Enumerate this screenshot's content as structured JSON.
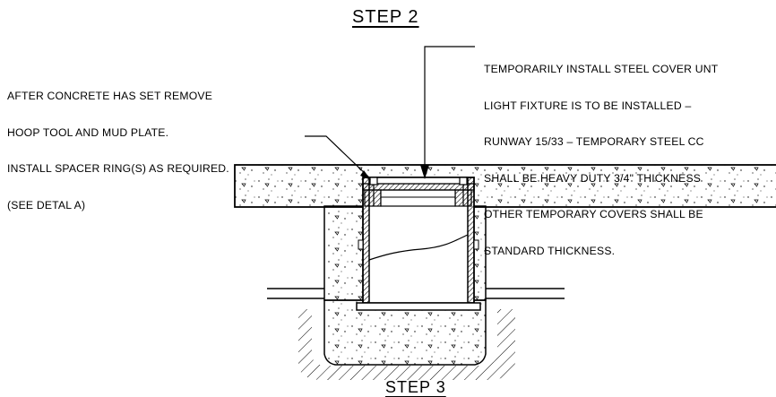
{
  "title": "STEP 2",
  "annotations": {
    "left": [
      "AFTER CONCRETE HAS SET REMOVE",
      "HOOP TOOL AND MUD PLATE.",
      "INSTALL SPACER RING(S) AS REQUIRED.",
      "(SEE DETAL A)"
    ],
    "right": [
      "TEMPORARILY INSTALL STEEL COVER UNT",
      "LIGHT FIXTURE IS TO BE INSTALLED –",
      "RUNWAY 15/33 – TEMPORARY STEEL CC",
      "SHALL BE HEAVY DUTY 3/4\" THICKNESS",
      "OTHER TEMPORARY COVERS SHALL BE",
      "STANDARD THICKNESS."
    ]
  },
  "bottom_title_partial": "STEP 3",
  "colors": {
    "line": "#000000",
    "background": "#ffffff"
  }
}
